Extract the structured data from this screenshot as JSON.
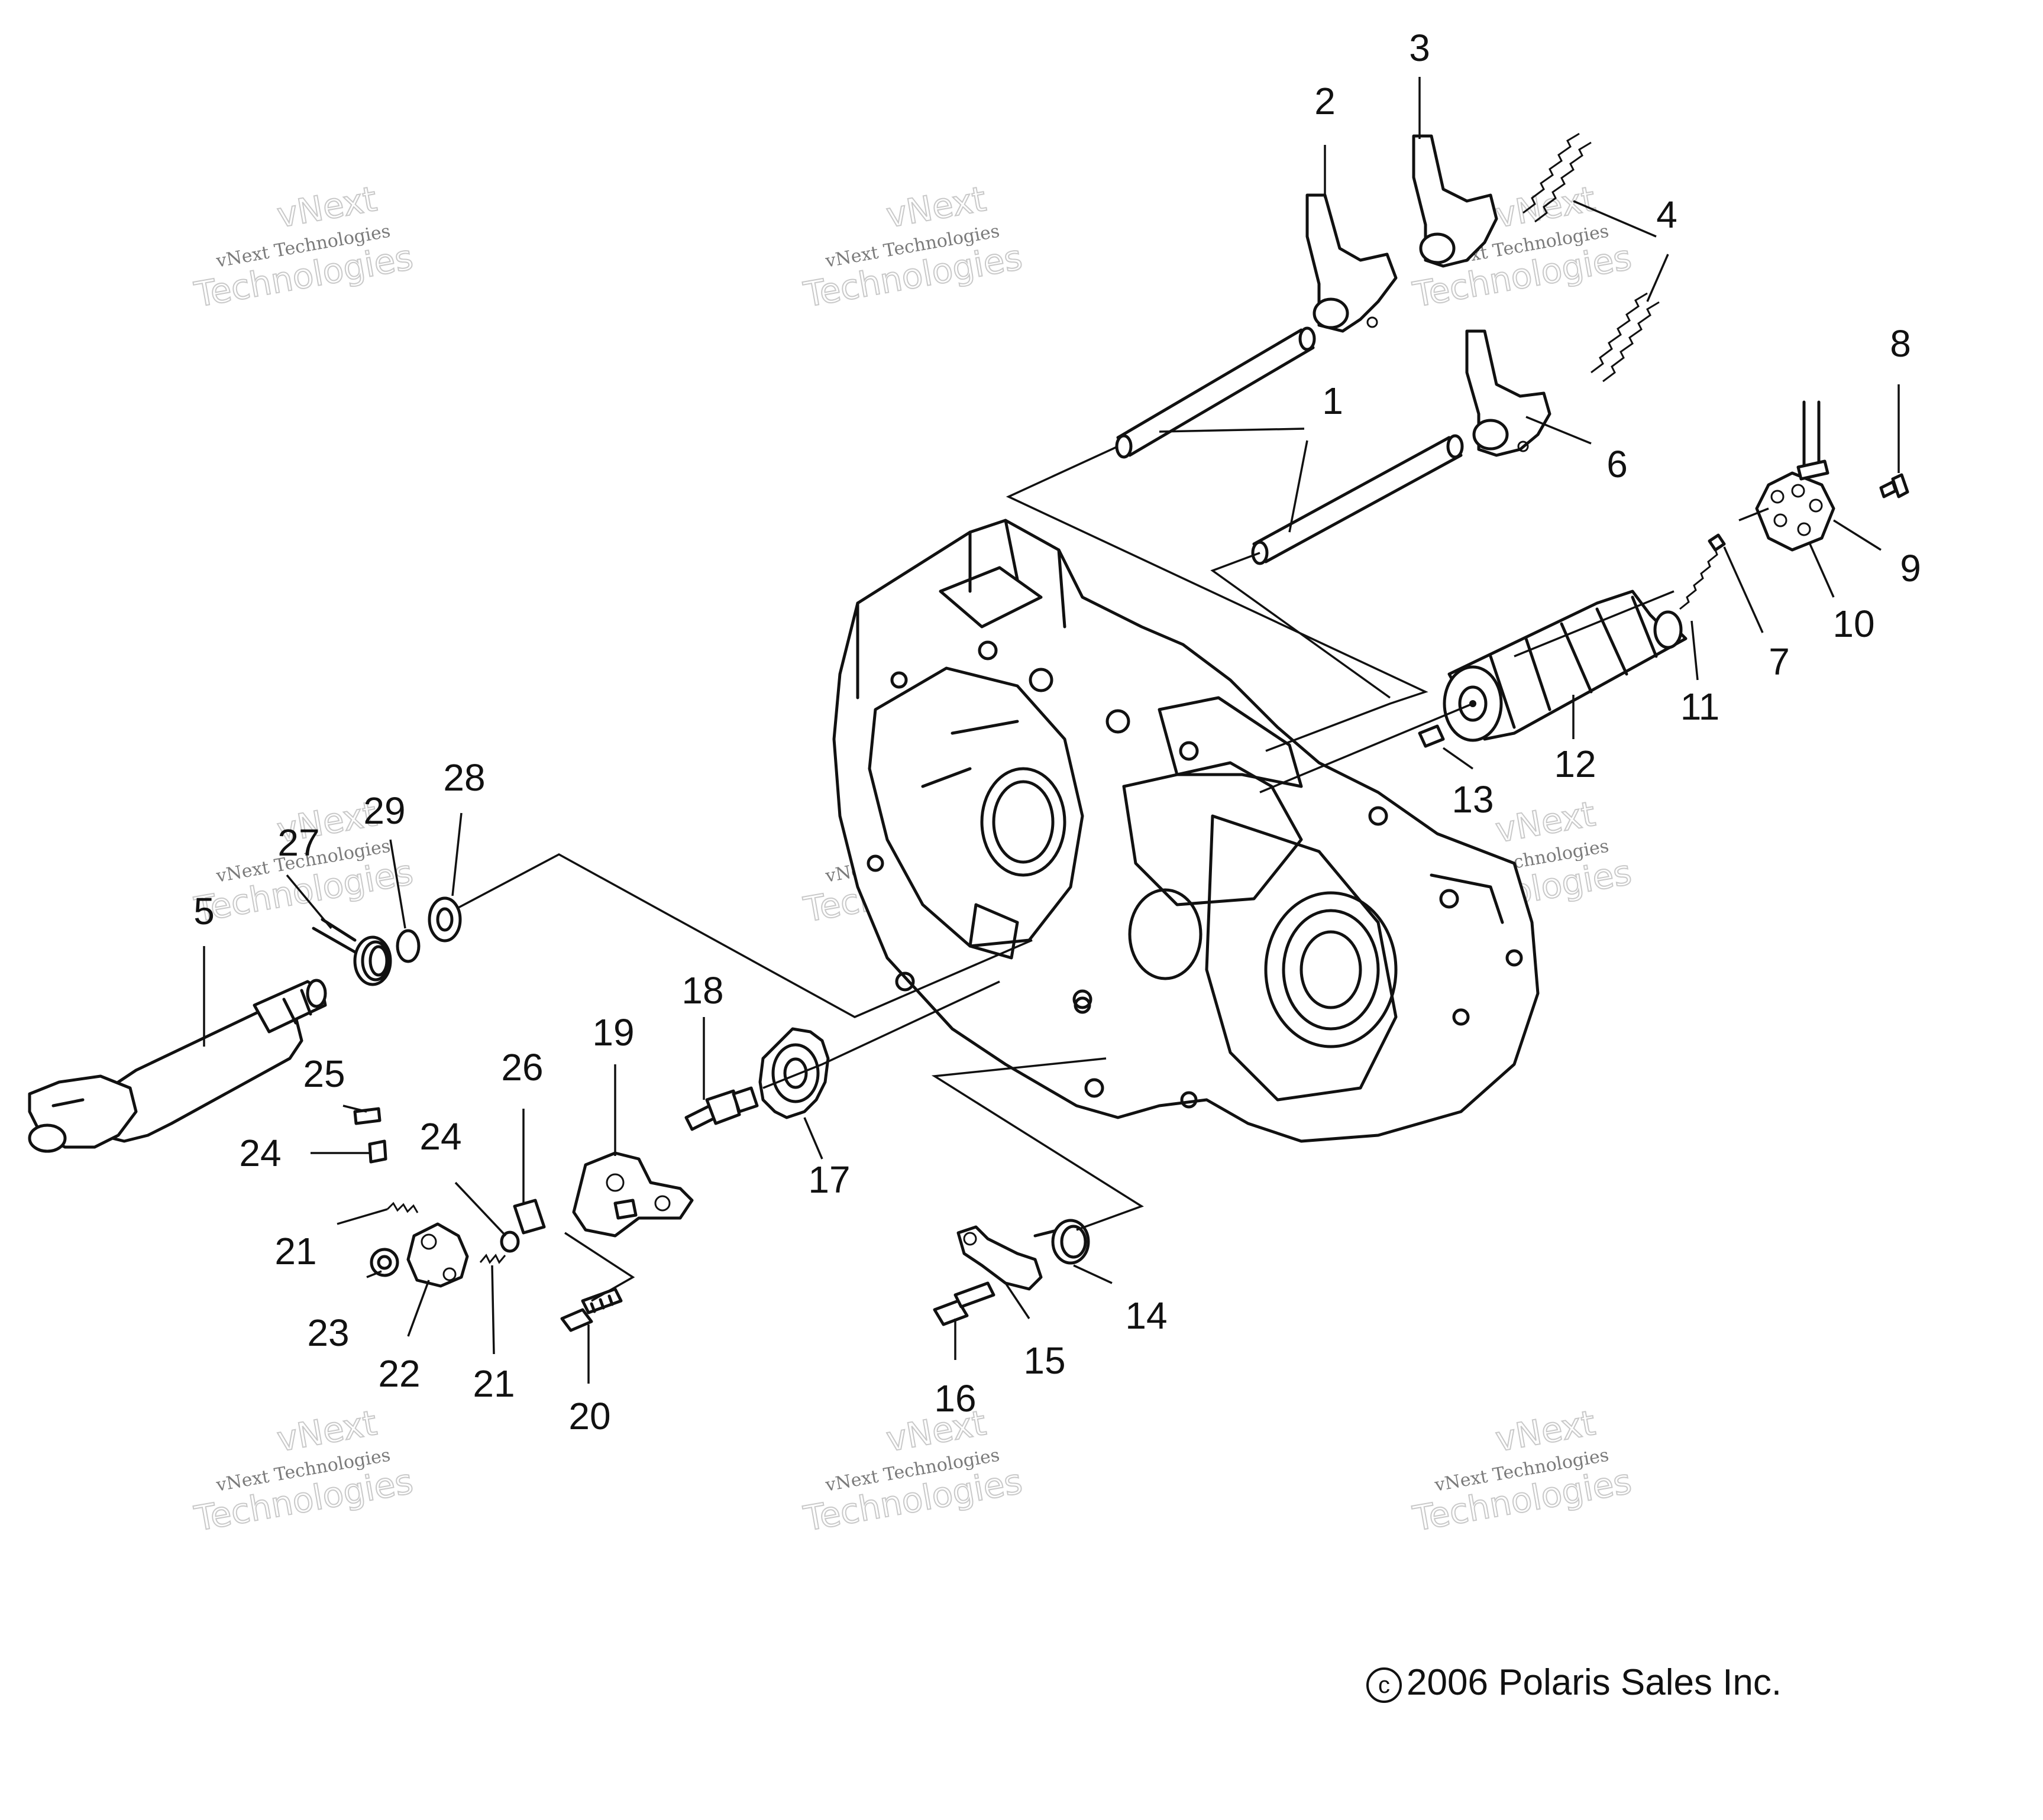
{
  "diagram": {
    "callouts": [
      {
        "id": "1",
        "text": "1"
      },
      {
        "id": "2",
        "text": "2"
      },
      {
        "id": "3",
        "text": "3"
      },
      {
        "id": "4",
        "text": "4"
      },
      {
        "id": "5",
        "text": "5"
      },
      {
        "id": "6",
        "text": "6"
      },
      {
        "id": "7",
        "text": "7"
      },
      {
        "id": "8",
        "text": "8"
      },
      {
        "id": "9",
        "text": "9"
      },
      {
        "id": "10",
        "text": "10"
      },
      {
        "id": "11",
        "text": "11"
      },
      {
        "id": "12",
        "text": "12"
      },
      {
        "id": "13",
        "text": "13"
      },
      {
        "id": "14",
        "text": "14"
      },
      {
        "id": "15",
        "text": "15"
      },
      {
        "id": "16",
        "text": "16"
      },
      {
        "id": "17",
        "text": "17"
      },
      {
        "id": "18",
        "text": "18"
      },
      {
        "id": "19",
        "text": "19"
      },
      {
        "id": "20",
        "text": "20"
      },
      {
        "id": "21a",
        "text": "21"
      },
      {
        "id": "21b",
        "text": "21"
      },
      {
        "id": "22",
        "text": "22"
      },
      {
        "id": "23",
        "text": "23"
      },
      {
        "id": "24a",
        "text": "24"
      },
      {
        "id": "24b",
        "text": "24"
      },
      {
        "id": "25",
        "text": "25"
      },
      {
        "id": "26",
        "text": "26"
      },
      {
        "id": "27",
        "text": "27"
      },
      {
        "id": "28",
        "text": "28"
      },
      {
        "id": "29",
        "text": "29"
      }
    ]
  },
  "watermark": {
    "line1": "vNext Technologies",
    "line2": "Technologies",
    "line3": "vNext"
  },
  "copyright": {
    "symbol": "c",
    "text": "2006 Polaris Sales Inc."
  }
}
